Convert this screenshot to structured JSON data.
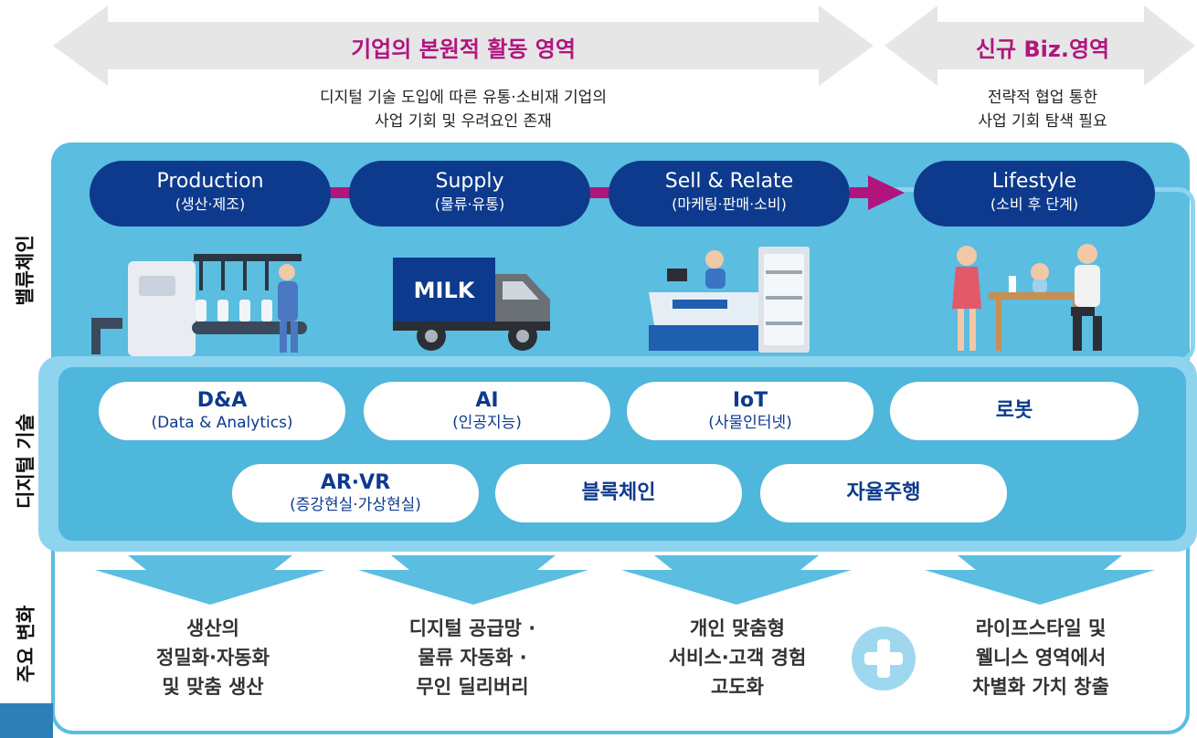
{
  "header": {
    "core_title": "기업의 본원적 활동 영역",
    "core_desc_1": "디지털 기술 도입에 따른 유통·소비재 기업의",
    "core_desc_2": "사업 기회 및 우려요인 존재",
    "new_title": "신규 Biz.영역",
    "new_desc_1": "전략적 협업 통한",
    "new_desc_2": "사업 기회 탐색 필요"
  },
  "side_labels": {
    "value_chain": "밸류체인",
    "digital_tech": "디지털 기술",
    "key_changes": "주요 변화"
  },
  "value_chain": [
    {
      "en": "Production",
      "ko": "(생산·제조)"
    },
    {
      "en": "Supply",
      "ko": "(물류·유통)"
    },
    {
      "en": "Sell & Relate",
      "ko": "(마케팅·판매·소비)"
    },
    {
      "en": "Lifestyle",
      "ko": "(소비 후 단계)"
    }
  ],
  "truck_label": "MILK",
  "technologies": [
    {
      "title": "D&A",
      "sub": "(Data & Analytics)"
    },
    {
      "title": "AI",
      "sub": "(인공지능)"
    },
    {
      "title": "IoT",
      "sub": "(사물인터넷)"
    },
    {
      "title": "로봇",
      "sub": ""
    },
    {
      "title": "AR·VR",
      "sub": "(증강현실·가상현실)"
    },
    {
      "title": "블록체인",
      "sub": ""
    },
    {
      "title": "자율주행",
      "sub": ""
    }
  ],
  "changes": [
    {
      "l1": "생산의",
      "l2": "정밀화·자동화",
      "l3": "및 맞춤 생산"
    },
    {
      "l1": "디지털 공급망 ·",
      "l2": "물류 자동화 ·",
      "l3": "무인 딜리버리"
    },
    {
      "l1": "개인 맞춤형",
      "l2": "서비스·고객 경험",
      "l3": "고도화"
    },
    {
      "l1": "라이프스타일 및",
      "l2": "웰니스 영역에서",
      "l3": "차별화 가치 창출"
    }
  ],
  "colors": {
    "navy": "#0d3a8c",
    "magenta": "#b0157e",
    "panel_blue": "#5bbde0",
    "light_blue": "#8fd4ef",
    "arrow_grey": "#e6e6e6"
  }
}
